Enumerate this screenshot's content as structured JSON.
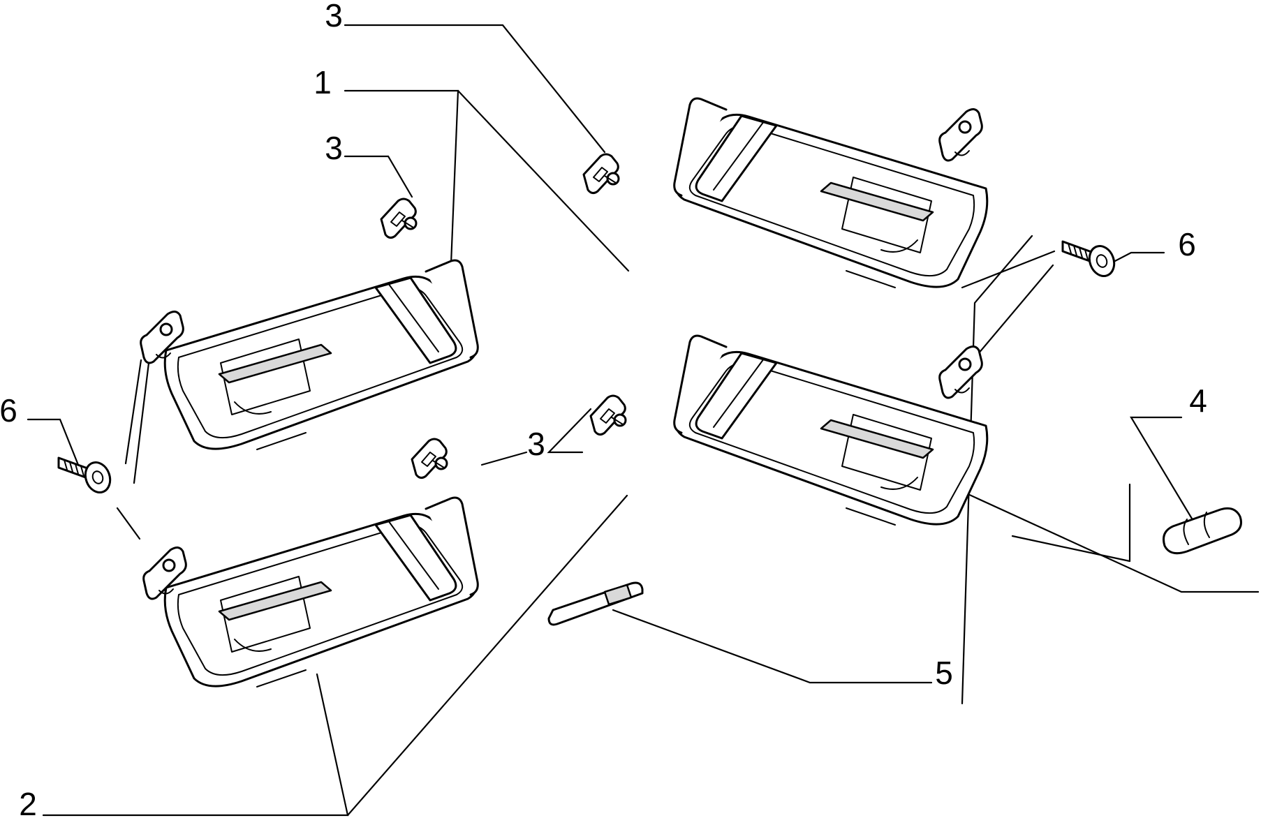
{
  "callouts": {
    "c1": "1",
    "c2": "2",
    "c3a": "3",
    "c3b": "3",
    "c3c": "3",
    "c4": "4",
    "c5": "5",
    "c6a": "6",
    "c6b": "6"
  }
}
